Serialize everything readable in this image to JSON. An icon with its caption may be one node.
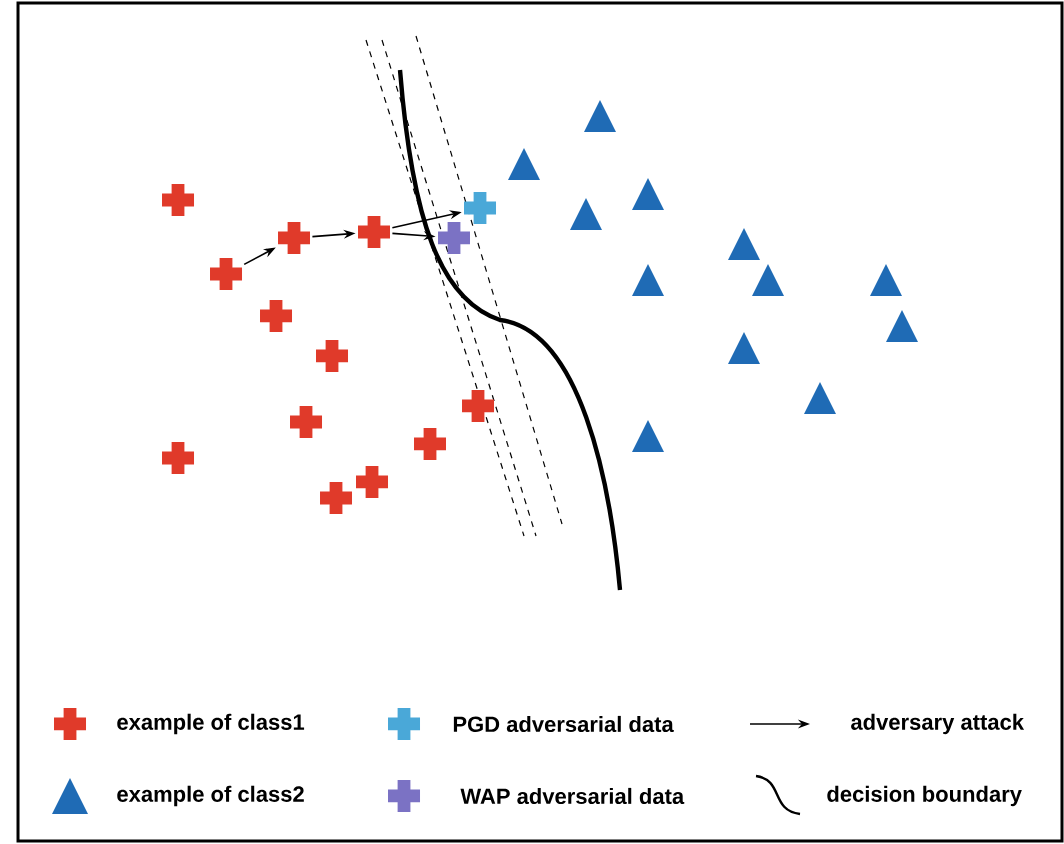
{
  "diagram": {
    "nodes": [
      {
        "text": [],
        "shape": "cross"
      },
      {
        "text": [],
        "shape": "cross"
      },
      {
        "text": [],
        "shape": "cross"
      },
      {
        "text": [],
        "shape": "cross"
      },
      {
        "text": [],
        "shape": "cross"
      },
      {
        "text": [],
        "shape": "cross"
      },
      {
        "text": [],
        "shape": "cross"
      },
      {
        "text": [],
        "shape": "cross"
      },
      {
        "text": [],
        "shape": "cross"
      },
      {
        "text": [],
        "shape": "cross"
      },
      {
        "text": [],
        "shape": "cross"
      },
      {
        "text": [],
        "shape": "cross"
      },
      {
        "text": [],
        "shape": "cross"
      },
      {
        "text": [],
        "shape": "cross"
      },
      {
        "text": [],
        "shape": "triangle"
      },
      {
        "text": [],
        "shape": "triangle"
      },
      {
        "text": [],
        "shape": "triangle"
      },
      {
        "text": [],
        "shape": "triangle"
      },
      {
        "text": [],
        "shape": "triangle"
      },
      {
        "text": [],
        "shape": "triangle"
      },
      {
        "text": [],
        "shape": "triangle"
      },
      {
        "text": [],
        "shape": "triangle"
      },
      {
        "text": [],
        "shape": "triangle"
      },
      {
        "text": [],
        "shape": "triangle"
      },
      {
        "text": [],
        "shape": "triangle"
      },
      {
        "text": [],
        "shape": "triangle"
      }
    ],
    "edges": [
      {
        "from": 2,
        "to": 4,
        "arrow": "to"
      },
      {
        "from": 4,
        "to": 9,
        "arrow": "to"
      },
      {
        "from": 9,
        "to": 13,
        "arrow": "to"
      },
      {
        "from": 9,
        "to": 11,
        "arrow": "to"
      }
    ],
    "legend": [
      {
        "text": "example of class1",
        "color": "#e03a2a"
      },
      {
        "text": "PGD adversarial data",
        "color": "#4aa8d8"
      },
      {
        "text": "adversary attack"
      },
      {
        "text": "example of class2",
        "color": "#1f6bb5"
      },
      {
        "text": "WAP adversarial data",
        "color": "#7b72c4"
      },
      {
        "text": "decision boundary"
      }
    ]
  }
}
